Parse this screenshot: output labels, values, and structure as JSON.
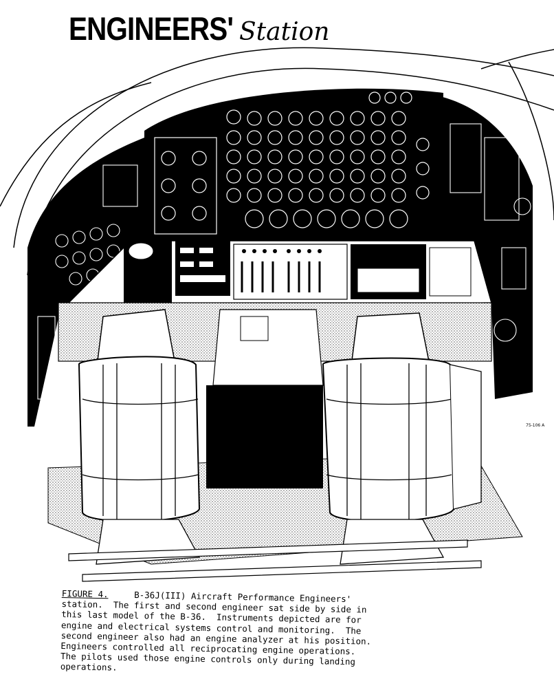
{
  "title": {
    "main": "ENGINEERS'",
    "script": "Station"
  },
  "illustration": {
    "corner_code": "75-106 A"
  },
  "caption": {
    "figure_label": "FIGURE 4.",
    "lines": [
      "     B-36J(III) Aircraft Performance Engineers'",
      "station.  The first and second engineer sat side by side in",
      "this last model of the B-36.  Instruments depicted are for",
      "engine and electrical systems control and monitoring.  The",
      "second engineer also had an engine analyzer at his position.",
      "Engineers controlled all reciprocating engine operations.",
      "The pilots used those engine controls only during landing",
      "operations."
    ]
  }
}
